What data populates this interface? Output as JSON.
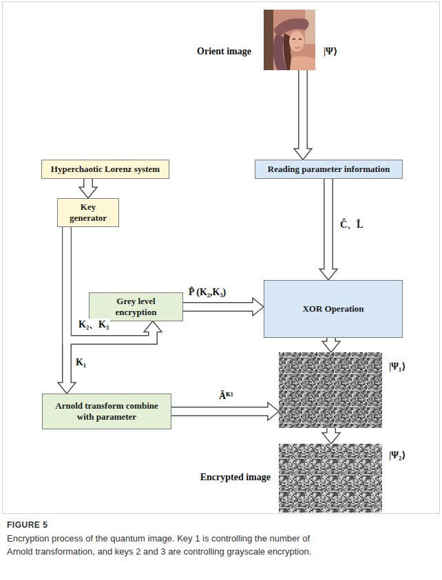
{
  "diagram": {
    "caption": "Encryption process of the quantum image. Key 1 is controlling the number of Arnold transformation, and keys 2 and 3 are controlling grayscale encryption.",
    "nodes": [
      {
        "text": [
          "Orient image",
          "|Ψ⟩"
        ]
      },
      {
        "text": [
          "Hyperchaotic Lorenz system"
        ]
      },
      {
        "text": [
          "Reading parameter information"
        ]
      },
      {
        "text": [
          "Key generator"
        ]
      },
      {
        "text": [
          "Grey level encryption"
        ]
      },
      {
        "text": [
          "XOR Operation"
        ]
      },
      {
        "text": [
          "Arnold transform combine with parameter"
        ]
      },
      {
        "text": [
          "|Ψ₁⟩"
        ]
      },
      {
        "text": [
          "Encrypted image",
          "|Ψ₂⟩"
        ]
      }
    ],
    "edges": [
      {
        "from": 1,
        "to": 3,
        "arrow": "to"
      },
      {
        "from": 0,
        "to": 2,
        "arrow": "to"
      },
      {
        "from": 2,
        "to": 5,
        "arrow": "to",
        "label": "Ĉ、L̂"
      },
      {
        "from": 3,
        "to": 6,
        "arrow": "to",
        "label": "K₁"
      },
      {
        "from": 3,
        "to": 4,
        "arrow": "to",
        "label": "K₂、K₃"
      },
      {
        "from": 4,
        "to": 5,
        "arrow": "to",
        "label": "P̂ (K₂,K₃)"
      },
      {
        "from": 5,
        "to": 7,
        "arrow": "to"
      },
      {
        "from": 6,
        "to": 7,
        "arrow": "to",
        "label": "Âᴷ¹"
      },
      {
        "from": 7,
        "to": 8,
        "arrow": "to"
      }
    ],
    "labels": [
      "FIGURE 5"
    ]
  }
}
